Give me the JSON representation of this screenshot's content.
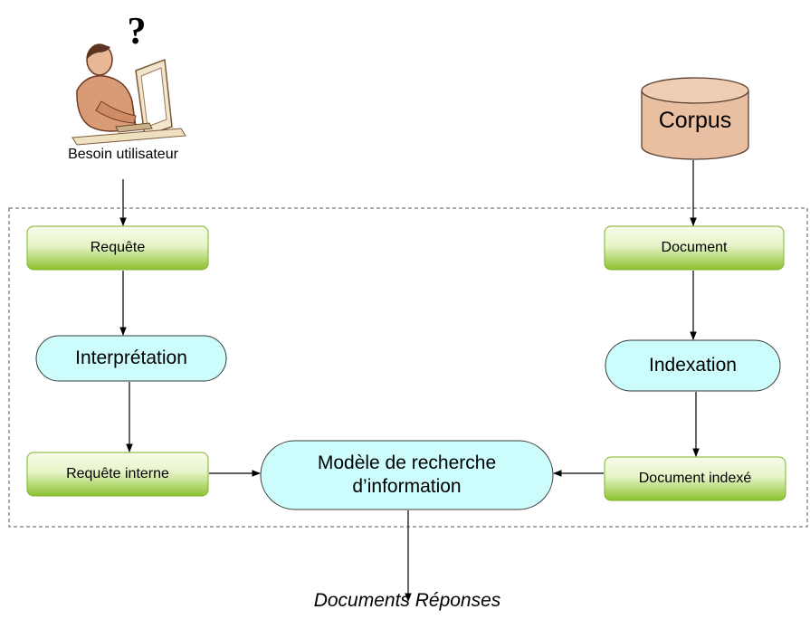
{
  "user": {
    "label": "Besoin utilisateur",
    "question_mark": "?"
  },
  "corpus": {
    "label": "Corpus"
  },
  "nodes": {
    "requete": "Requête",
    "interpretation": "Interprétation",
    "requete_interne": "Requête interne",
    "modele_line1": "Modèle de recherche",
    "modele_line2": "d’information",
    "document": "Document",
    "indexation": "Indexation",
    "document_indexe": "Document indexé"
  },
  "output": {
    "label": "Documents Réponses"
  },
  "colors": {
    "green_top": "#f4fbe6",
    "green_bottom": "#8fc32e",
    "green_border": "#7fb22a",
    "cyan_fill": "#ccfcfc",
    "cyan_border": "#3a3a3a",
    "corpus_fill": "#e8bfa0",
    "corpus_border": "#5a4030",
    "dashed_border": "#555555"
  }
}
